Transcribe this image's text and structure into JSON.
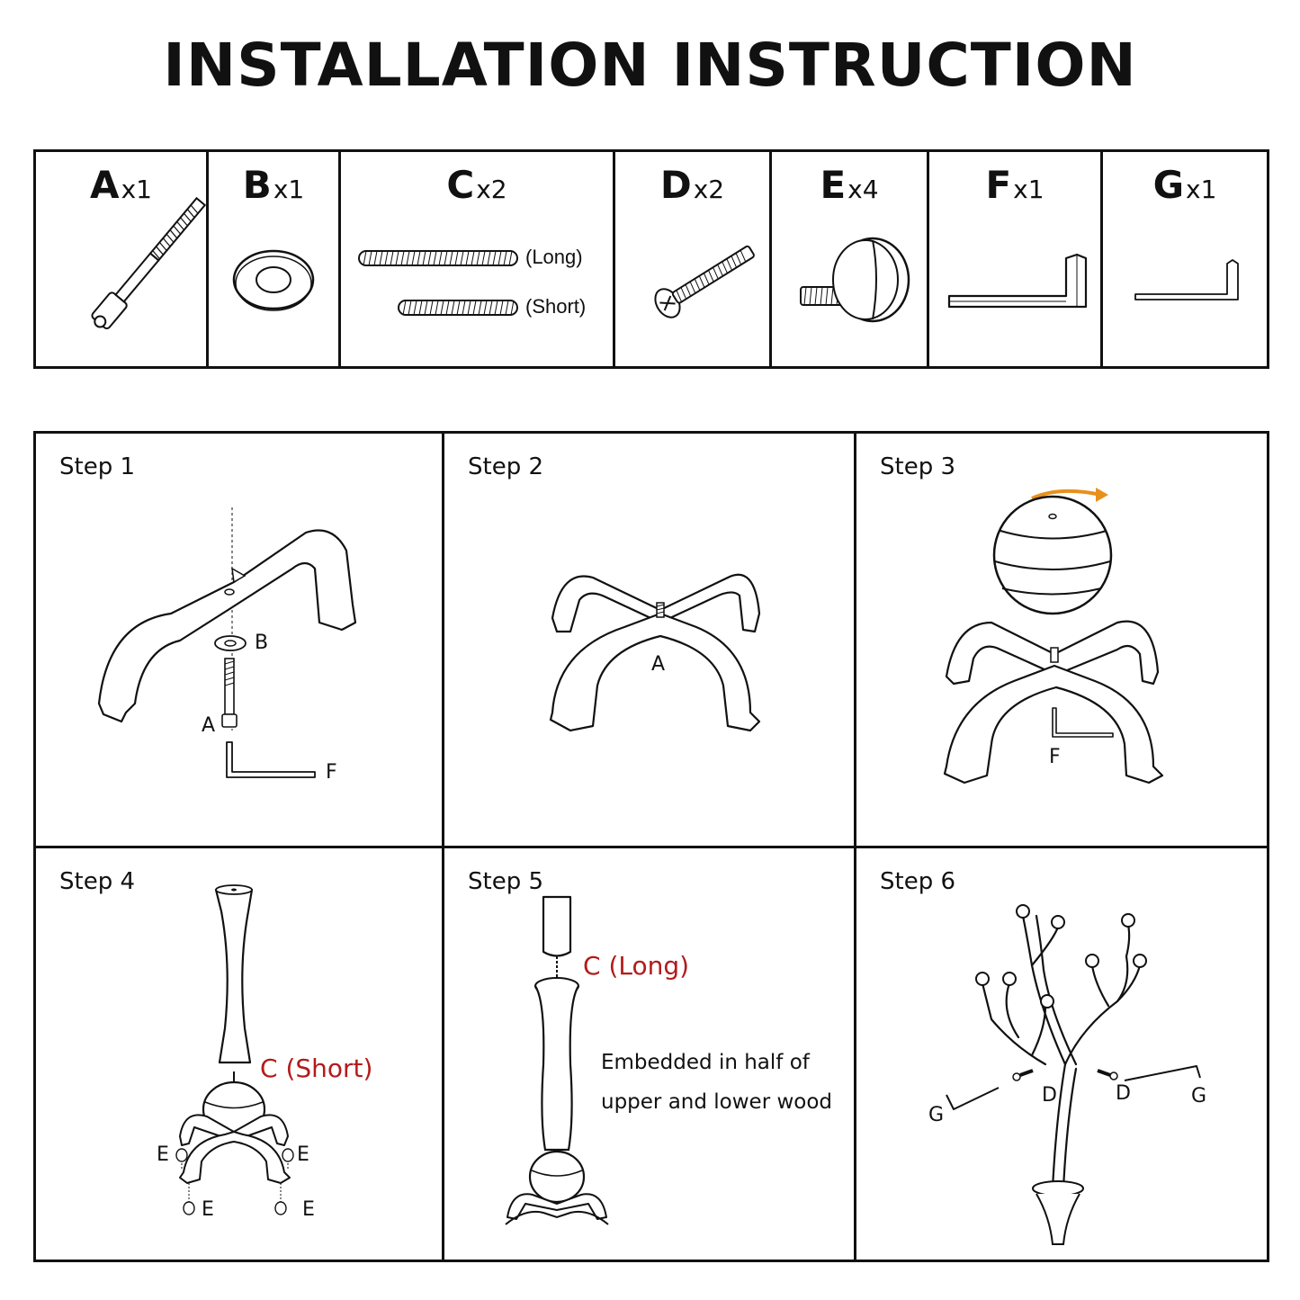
{
  "title": "INSTALLATION INSTRUCTION",
  "parts": [
    {
      "letter": "A",
      "qty": "x1",
      "icon": "hex-socket-bolt-icon"
    },
    {
      "letter": "B",
      "qty": "x1",
      "icon": "washer-icon"
    },
    {
      "letter": "C",
      "qty": "x2",
      "icon": "threaded-rod-icon",
      "labels": [
        "(Long)",
        "(Short)"
      ]
    },
    {
      "letter": "D",
      "qty": "x2",
      "icon": "phillips-screw-icon"
    },
    {
      "letter": "E",
      "qty": "x4",
      "icon": "leveling-foot-icon"
    },
    {
      "letter": "F",
      "qty": "x1",
      "icon": "large-allen-key-icon"
    },
    {
      "letter": "G",
      "qty": "x1",
      "icon": "small-allen-key-icon"
    }
  ],
  "steps": [
    {
      "title": "Step 1",
      "labels": {
        "b": "B",
        "a": "A",
        "f": "F"
      }
    },
    {
      "title": "Step 2",
      "labels": {
        "a": "A"
      }
    },
    {
      "title": "Step 3",
      "labels": {
        "f": "F"
      }
    },
    {
      "title": "Step 4",
      "labels": {
        "c": "C (Short)",
        "e": "E"
      }
    },
    {
      "title": "Step 5",
      "labels": {
        "c": "C (Long)"
      },
      "note_line1": "Embedded in half of",
      "note_line2": "upper and lower wood"
    },
    {
      "title": "Step 6",
      "labels": {
        "d": "D",
        "g": "G"
      }
    }
  ],
  "colors": {
    "ink": "#111111",
    "accent_red": "#b31b1b",
    "rotate_arrow": "#e8901c"
  }
}
